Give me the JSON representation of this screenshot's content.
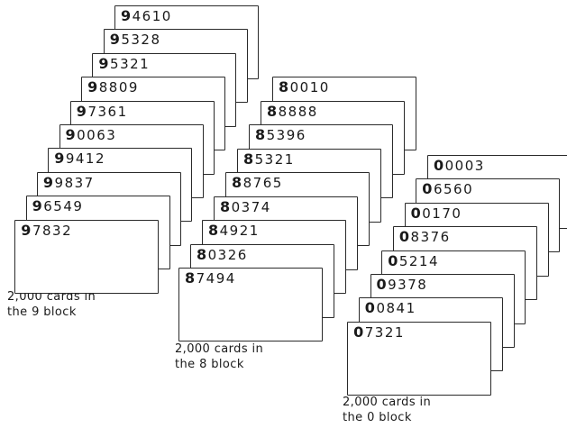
{
  "blocks": [
    {
      "id": "9",
      "cards": [
        "94610",
        "95328",
        "95321",
        "98809",
        "97361",
        "90063",
        "99412",
        "99837",
        "96549",
        "97832"
      ],
      "caption_line1": "2,000 cards in",
      "caption_line2": "the 9 block"
    },
    {
      "id": "8",
      "cards": [
        "80010",
        "88888",
        "85396",
        "85321",
        "88765",
        "80374",
        "84921",
        "80326",
        "87494"
      ],
      "caption_line1": "2,000 cards in",
      "caption_line2": "the 8 block"
    },
    {
      "id": "0",
      "cards": [
        "00003",
        "06560",
        "00170",
        "08376",
        "05214",
        "09378",
        "00841",
        "07321"
      ],
      "caption_line1": "2,000 cards in",
      "caption_line2": "the 0 block"
    }
  ]
}
